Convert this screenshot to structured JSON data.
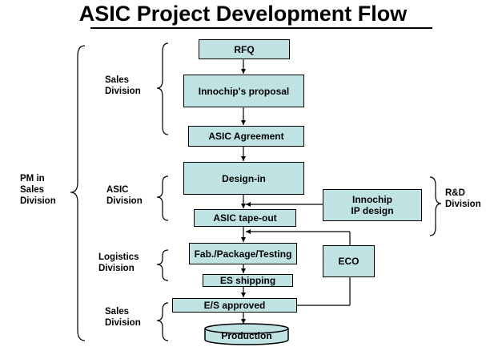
{
  "title": "ASIC Project Development Flow",
  "colors": {
    "box_fill": "#bfe3e3",
    "line": "#000000"
  },
  "boxes": {
    "rfq": "RFQ",
    "proposal": "Innochip's proposal",
    "agreement": "ASIC Agreement",
    "design_in": "Design-in",
    "tape_out": "ASIC tape-out",
    "ip_design": "Innochip\nIP design",
    "fab": "Fab./Package/Testing",
    "eco": "ECO",
    "es_shipping": "ES shipping",
    "es_approved": "E/S approved",
    "production": "Production"
  },
  "labels": {
    "pm": "PM in\nSales\nDivision",
    "sales_top": "Sales\nDivision",
    "asic": "ASIC\nDivision",
    "logistics": "Logistics\nDivision",
    "sales_bottom": "Sales\nDivision",
    "rd": "R&D\nDivision"
  }
}
